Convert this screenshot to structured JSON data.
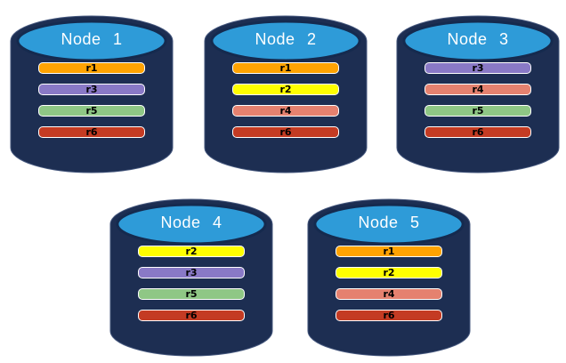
{
  "diagram": {
    "colors": {
      "background": "#FFFFFF",
      "cylinder_body": "#1D2E52",
      "cylinder_outline": "#46587E",
      "cylinder_top": "#2E9BD8",
      "cylinder_top_border": "#152A4E",
      "bar_border": "#FFFFFF",
      "node_label_color": "#FFFFFF",
      "bar_label_color": "#000000"
    },
    "replica_colors": {
      "r1": "#FFA302",
      "r2": "#FFFF00",
      "r3": "#8979C6",
      "r4": "#E5816F",
      "r5": "#8FC785",
      "r6": "#C43B23"
    },
    "nodes": [
      {
        "label": "Node 1",
        "replicas": [
          "r1",
          "r3",
          "r5",
          "r6"
        ]
      },
      {
        "label": "Node 2",
        "replicas": [
          "r1",
          "r2",
          "r4",
          "r6"
        ]
      },
      {
        "label": "Node 3",
        "replicas": [
          "r3",
          "r4",
          "r5",
          "r6"
        ]
      },
      {
        "label": "Node 4",
        "replicas": [
          "r2",
          "r3",
          "r5",
          "r6"
        ]
      },
      {
        "label": "Node 5",
        "replicas": [
          "r1",
          "r2",
          "r4",
          "r6"
        ]
      }
    ]
  }
}
